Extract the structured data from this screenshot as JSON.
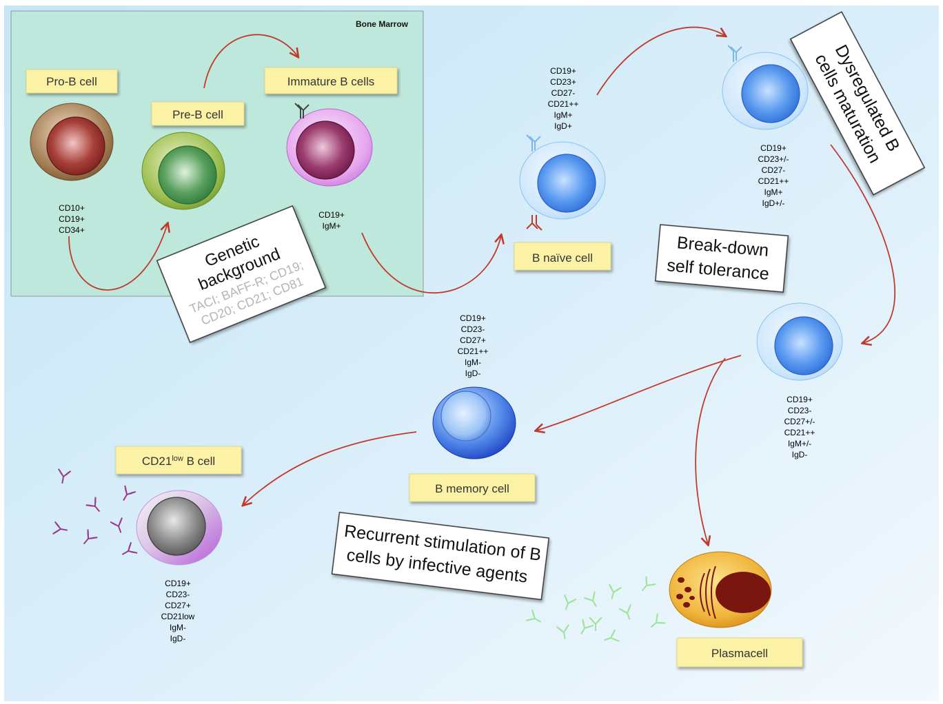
{
  "region": {
    "bone_marrow": "Bone Marrow"
  },
  "labels": {
    "pro_b": "Pro-B cell",
    "pre_b": "Pre-B cell",
    "immature_b": "Immature B cells",
    "naive_b": "B naïve cell",
    "memory_b": "B memory cell",
    "cd21low_base": "CD21",
    "cd21low_sup": "low",
    "cd21low_rest": " B cell",
    "plasmacell": "Plasmacell"
  },
  "callouts": {
    "genetic_line1": "Genetic",
    "genetic_line2": "background",
    "genetic_line3": "TACI; BAFF-R; CD19;",
    "genetic_line4": "CD20; CD21; CD81",
    "breakdown_line1": "Break-down",
    "breakdown_line2": "self tolerance",
    "dysregulated_line1": "Dysregulated B",
    "dysregulated_line2": "cells maturation",
    "recurrent_line1": "Recurrent stimulation of B",
    "recurrent_line2": "cells by infective agents"
  },
  "markers": {
    "pro_b": [
      "CD10+",
      "CD19+",
      "CD34+"
    ],
    "immature_b": [
      "CD19+",
      "IgM+"
    ],
    "naive_b": [
      "CD19+",
      "CD23+",
      "CD27-",
      "CD21++",
      "IgM+",
      "IgD+"
    ],
    "dysregulated": [
      "CD19+",
      "CD23+/-",
      "CD27-",
      "CD21++",
      "IgM+",
      "IgD+/-"
    ],
    "transitional": [
      "CD19+",
      "CD23-",
      "CD27+/-",
      "CD21++",
      "IgM+/-",
      "IgD-"
    ],
    "memory_b": [
      "CD19+",
      "CD23-",
      "CD27+",
      "CD21++",
      "IgM-",
      "IgD-"
    ],
    "cd21low": [
      "CD19+",
      "CD23-",
      "CD27+",
      "CD21low",
      "IgM-",
      "IgD-"
    ]
  },
  "colors": {
    "bone_marrow_bg": "#bfe8dc",
    "label_box": "#fbf2a6",
    "arrow": "#c0392b"
  }
}
